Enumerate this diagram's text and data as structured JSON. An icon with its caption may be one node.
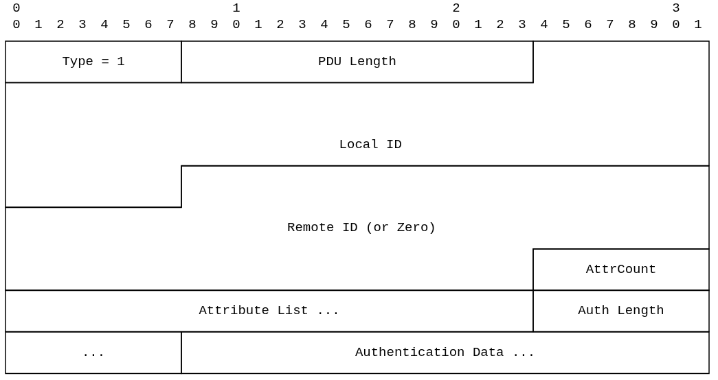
{
  "diagram": {
    "nodes": [
      {
        "text": [
          "Type = 1"
        ]
      },
      {
        "text": [
          "PDU Length"
        ]
      },
      {
        "text": [
          "Local ID"
        ]
      },
      {
        "text": [
          "Remote ID (or Zero)"
        ]
      },
      {
        "text": [
          "AttrCount"
        ]
      },
      {
        "text": [
          "Attribute List ..."
        ]
      },
      {
        "text": [
          "Auth Length"
        ]
      },
      {
        "text": [
          "..."
        ]
      },
      {
        "text": [
          "Authentication Data ..."
        ]
      }
    ],
    "labels": [
      "0",
      "1",
      "2",
      "3",
      "0",
      "1",
      "2",
      "3",
      "4",
      "5",
      "6",
      "7",
      "8",
      "9",
      "0",
      "1",
      "2",
      "3",
      "4",
      "5",
      "6",
      "7",
      "8",
      "9",
      "0",
      "1",
      "2",
      "3",
      "4",
      "5",
      "6",
      "7",
      "8",
      "9",
      "0",
      "1"
    ]
  }
}
